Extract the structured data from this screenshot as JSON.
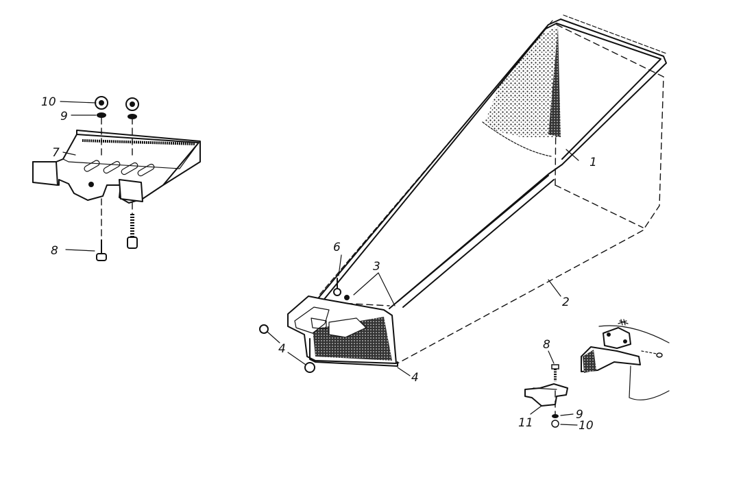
{
  "callouts": {
    "c1": "1",
    "c2": "2",
    "c3": "3",
    "c4a": "4",
    "c4b": "4",
    "c6": "6",
    "c7": "7",
    "c8a": "8",
    "c8b": "8",
    "c9a": "9",
    "c9b": "9",
    "c10a": "10",
    "c10b": "10",
    "c11": "11"
  }
}
